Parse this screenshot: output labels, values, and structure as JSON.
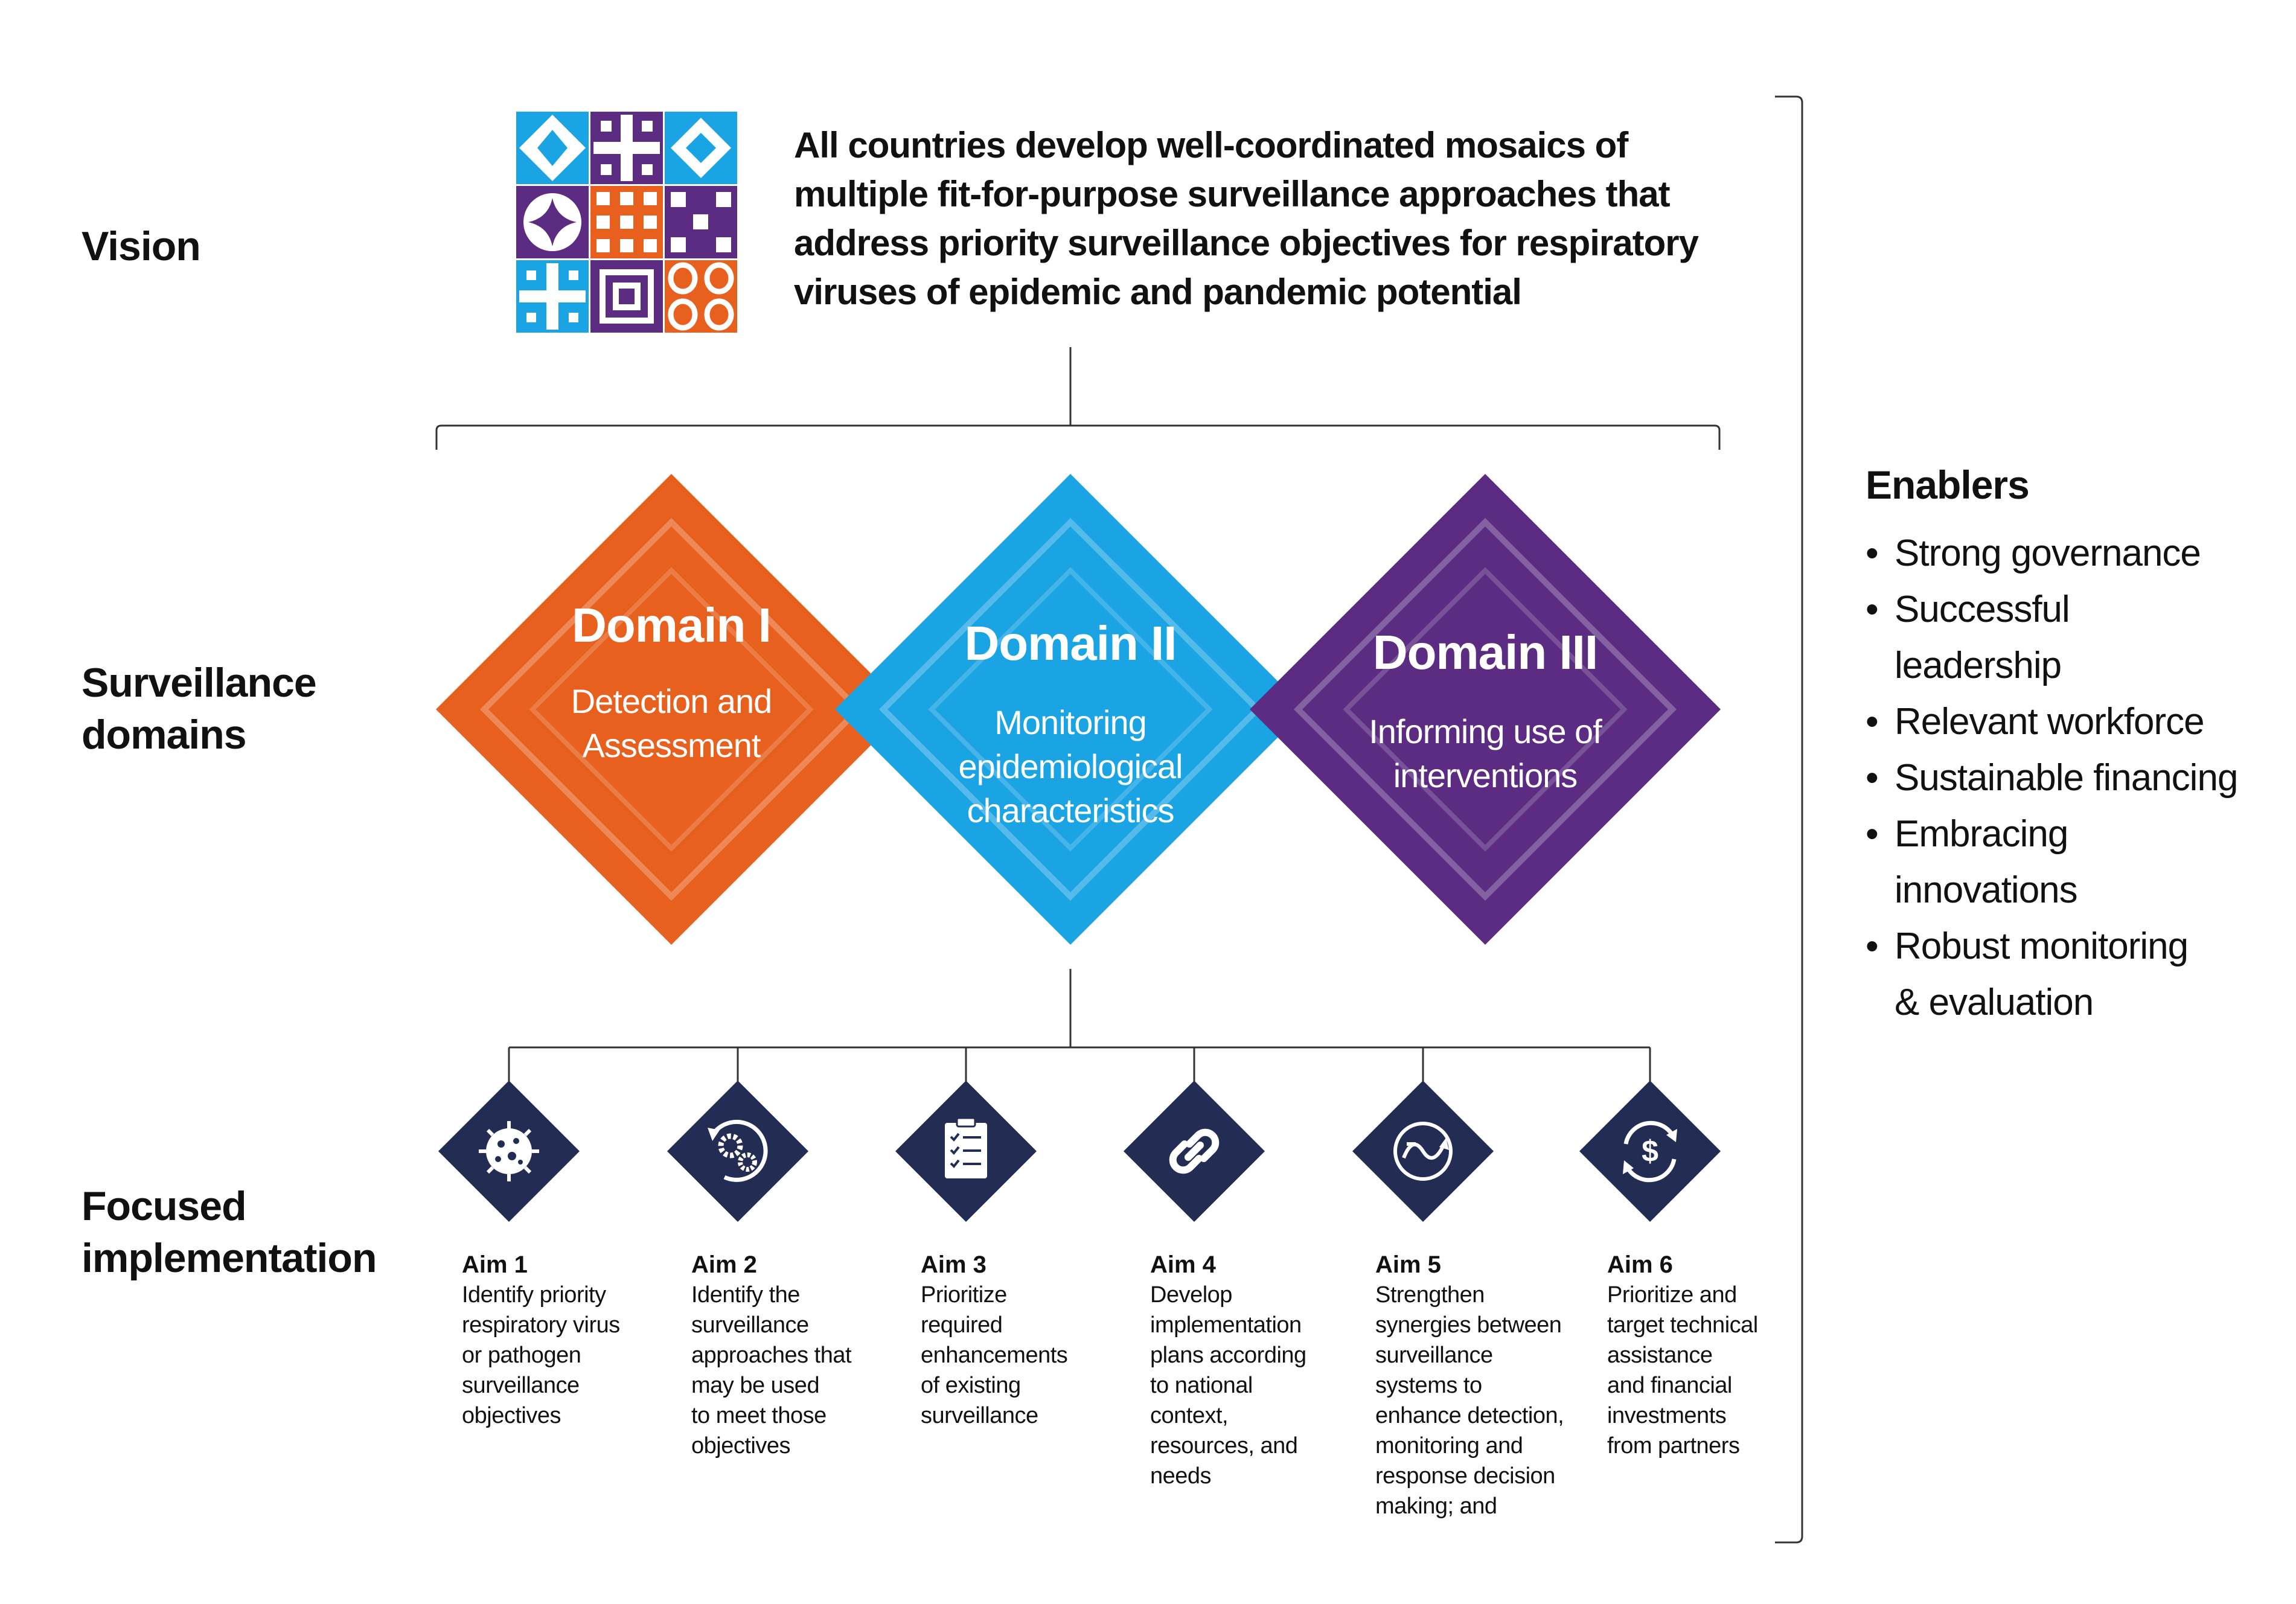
{
  "rows": {
    "vision": "Vision",
    "domains_line1": "Surveillance",
    "domains_line2": "domains",
    "implementation_line1": "Focused",
    "implementation_line2": "implementation"
  },
  "vision_statement": "All countries develop well-coordinated mosaics of multiple fit-for-purpose surveillance approaches that address priority surveillance objectives for respiratory viruses of epidemic and pandemic potential",
  "colors": {
    "orange": "#E8601E",
    "blue": "#1BA4E4",
    "purple": "#5B2C82",
    "navy": "#232C52",
    "line": "#333333"
  },
  "domains": [
    {
      "title": "Domain I",
      "subtitle_line1": "Detection and",
      "subtitle_line2": "Assessment",
      "subtitle_line3": "",
      "color": "#E8601E"
    },
    {
      "title": "Domain II",
      "subtitle_line1": "Monitoring",
      "subtitle_line2": "epidemiological",
      "subtitle_line3": "characteristics",
      "color": "#1BA4E4"
    },
    {
      "title": "Domain III",
      "subtitle_line1": "Informing use of",
      "subtitle_line2": "interventions",
      "subtitle_line3": "",
      "color": "#5B2C82"
    }
  ],
  "aims": [
    {
      "title": "Aim 1",
      "icon": "virus-icon",
      "lines": [
        "Identify priority",
        "respiratory virus",
        "or pathogen",
        "surveillance",
        "objectives"
      ]
    },
    {
      "title": "Aim 2",
      "icon": "gears-cycle-icon",
      "lines": [
        "Identify the",
        "surveillance",
        "approaches that",
        "may be used",
        "to meet those",
        "objectives"
      ]
    },
    {
      "title": "Aim 3",
      "icon": "clipboard-checklist-icon",
      "lines": [
        "Prioritize",
        "required",
        "enhancements",
        "of existing",
        "surveillance"
      ]
    },
    {
      "title": "Aim 4",
      "icon": "chain-link-icon",
      "lines": [
        "Develop",
        "implementation",
        "plans according",
        "to national",
        "context,",
        "resources, and",
        "needs"
      ]
    },
    {
      "title": "Aim 5",
      "icon": "sync-arrows-icon",
      "lines": [
        "Strengthen",
        "synergies between",
        "surveillance",
        "systems to",
        "enhance detection,",
        "monitoring and",
        "response decision",
        "making; and"
      ]
    },
    {
      "title": "Aim 6",
      "icon": "dollar-cycle-icon",
      "lines": [
        "Prioritize and",
        "target technical",
        "assistance",
        "and financial",
        "investments",
        "from partners"
      ]
    }
  ],
  "enablers": {
    "title": "Enablers",
    "items": [
      {
        "line1": "Strong governance",
        "line2": ""
      },
      {
        "line1": "Successful",
        "line2": "leadership"
      },
      {
        "line1": "Relevant workforce",
        "line2": ""
      },
      {
        "line1": "Sustainable financing",
        "line2": ""
      },
      {
        "line1": "Embracing",
        "line2": "innovations"
      },
      {
        "line1": "Robust monitoring",
        "line2": "& evaluation"
      }
    ]
  }
}
